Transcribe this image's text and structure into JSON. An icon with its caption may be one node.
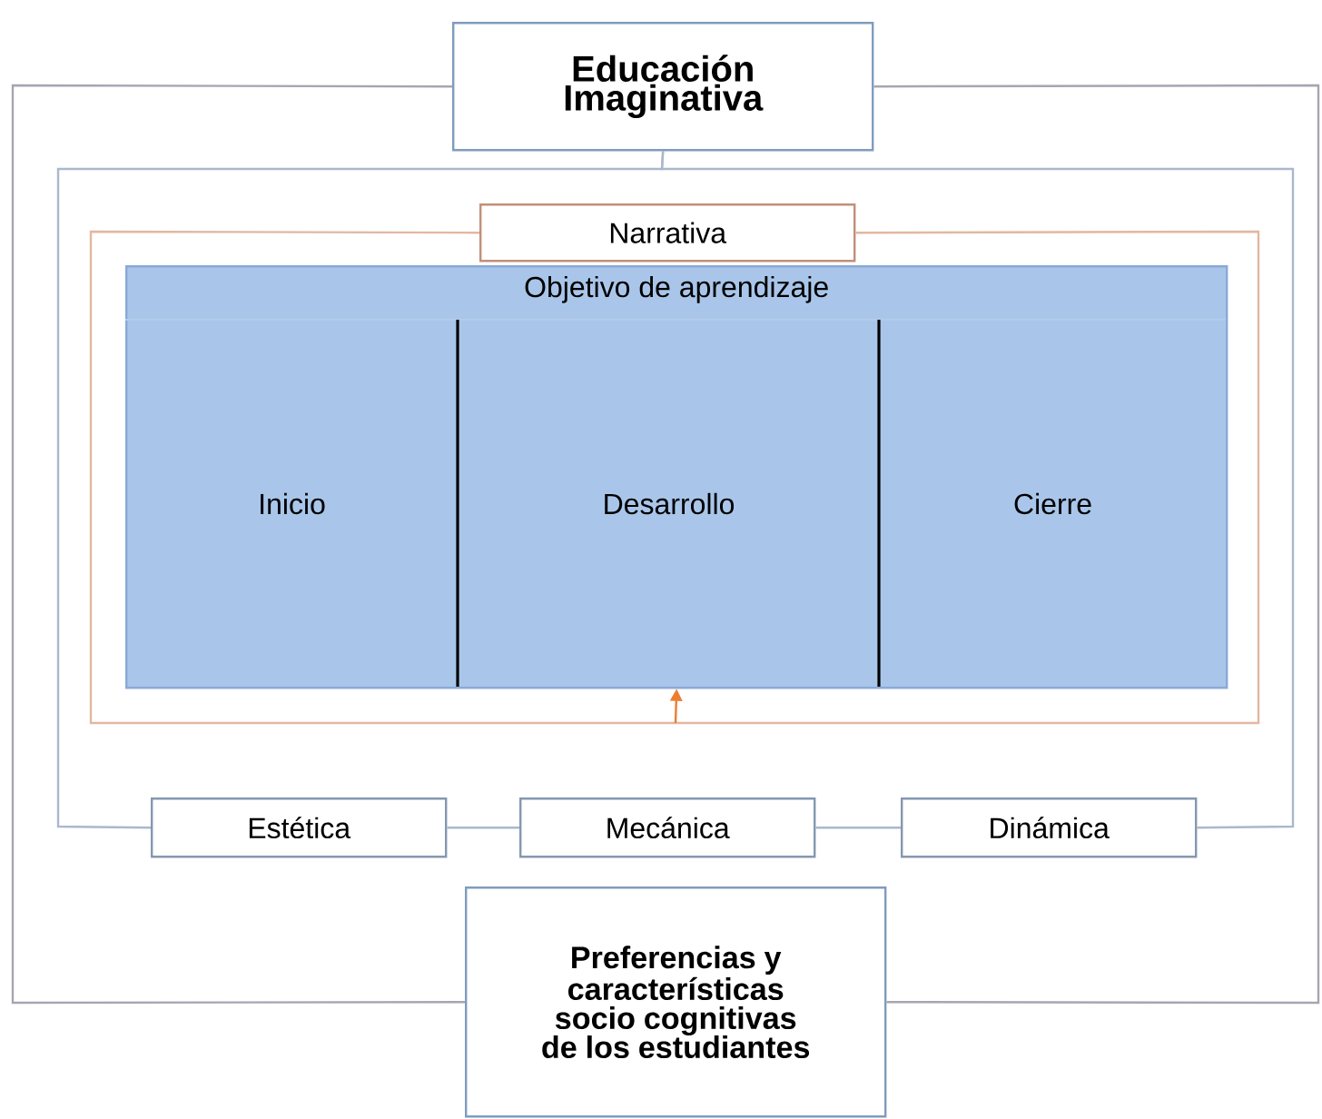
{
  "diagram": {
    "nodes": [
      {
        "text": [
          "Educación Imaginativa"
        ]
      },
      {
        "text": [
          "Narrativa"
        ]
      },
      {
        "text": [
          "Objetivo de aprendizaje"
        ]
      },
      {
        "text": [
          "Inicio"
        ],
        "in": 2
      },
      {
        "text": [
          "Desarrollo"
        ],
        "in": 2
      },
      {
        "text": [
          "Cierre"
        ],
        "in": 2
      },
      {
        "text": [
          "Estética"
        ]
      },
      {
        "text": [
          "Mecánica"
        ]
      },
      {
        "text": [
          "Dinámica"
        ]
      },
      {
        "text": [
          "Preferencias y características socio cognitivas de los estudiantes"
        ]
      }
    ],
    "edges": [
      {
        "from": 0,
        "to": 9,
        "arrow": "none",
        "color": "#a6a6b2"
      },
      {
        "from": 0,
        "to": 9,
        "arrow": "none",
        "color": "#a6a6b2"
      },
      {
        "from": 0,
        "to": 6,
        "arrow": "none"
      },
      {
        "from": 0,
        "to": 8,
        "arrow": "none"
      },
      {
        "from": 6,
        "to": 7,
        "arrow": "none"
      },
      {
        "from": 7,
        "to": 8,
        "arrow": "none"
      },
      {
        "from": 1,
        "to": 1,
        "arrow": "none",
        "color": "#e3b7a0"
      },
      {
        "from": null,
        "to": 2,
        "arrow": "to",
        "color": "#ed7d31"
      }
    ]
  }
}
